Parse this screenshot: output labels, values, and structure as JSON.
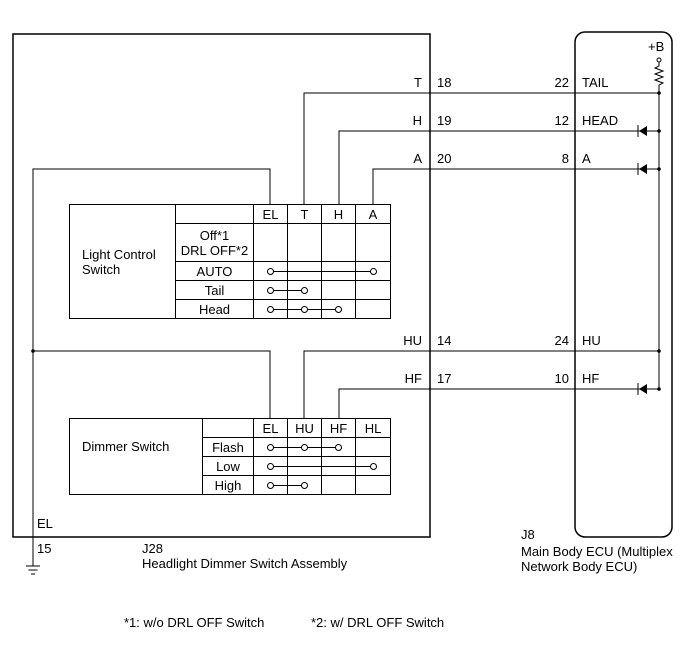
{
  "assembly": {
    "connector": "J28",
    "name": "Headlight Dimmer Switch Assembly",
    "ground_terminal_label": "EL",
    "ground_pin": "15"
  },
  "ecu": {
    "connector": "J8",
    "name_line1": "Main Body ECU (Multiplex",
    "name_line2": "Network Body ECU)",
    "supply": "+B"
  },
  "wires": [
    {
      "left_label": "T",
      "left_pin": "18",
      "right_pin": "22",
      "right_label": "TAIL"
    },
    {
      "left_label": "H",
      "left_pin": "19",
      "right_pin": "12",
      "right_label": "HEAD"
    },
    {
      "left_label": "A",
      "left_pin": "20",
      "right_pin": "8",
      "right_label": "A"
    },
    {
      "left_label": "HU",
      "left_pin": "14",
      "right_pin": "24",
      "right_label": "HU"
    },
    {
      "left_label": "HF",
      "left_pin": "17",
      "right_pin": "10",
      "right_label": "HF"
    }
  ],
  "light_control_switch": {
    "title_line1": "Light Control",
    "title_line2": "Switch",
    "columns": [
      "EL",
      "T",
      "H",
      "A"
    ],
    "rows": [
      {
        "pos_line1": "Off*1",
        "pos_line2": "DRL OFF*2",
        "connected": []
      },
      {
        "pos_line1": "AUTO",
        "pos_line2": "",
        "connected": [
          0,
          3
        ]
      },
      {
        "pos_line1": "Tail",
        "pos_line2": "",
        "connected": [
          0,
          1
        ]
      },
      {
        "pos_line1": "Head",
        "pos_line2": "",
        "connected": [
          0,
          1,
          2
        ]
      }
    ]
  },
  "dimmer_switch": {
    "title_line1": "Dimmer Switch",
    "columns": [
      "EL",
      "HU",
      "HF",
      "HL"
    ],
    "rows": [
      {
        "pos_line1": "Flash",
        "connected": [
          0,
          1,
          2
        ]
      },
      {
        "pos_line1": "Low",
        "connected": [
          0,
          3
        ]
      },
      {
        "pos_line1": "High",
        "connected": [
          0,
          1
        ]
      }
    ]
  },
  "footnotes": {
    "note1": "*1: w/o DRL OFF Switch",
    "note2": "*2: w/ DRL OFF Switch"
  }
}
